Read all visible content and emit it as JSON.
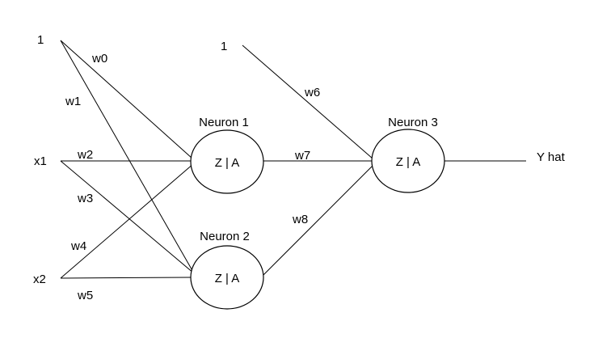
{
  "inputs": {
    "bias": "1",
    "x1": "x1",
    "x2": "x2"
  },
  "hidden": {
    "bias": "1"
  },
  "weights": {
    "w0": "w0",
    "w1": "w1",
    "w2": "w2",
    "w3": "w3",
    "w4": "w4",
    "w5": "w5",
    "w6": "w6",
    "w7": "w7",
    "w8": "w8"
  },
  "neurons": {
    "n1": {
      "name": "Neuron 1",
      "content": "Z | A"
    },
    "n2": {
      "name": "Neuron 2",
      "content": "Z | A"
    },
    "n3": {
      "name": "Neuron 3",
      "content": "Z | A"
    }
  },
  "output": {
    "label": "Y hat"
  },
  "colors": {
    "stroke": "#000000",
    "background": "#ffffff"
  }
}
